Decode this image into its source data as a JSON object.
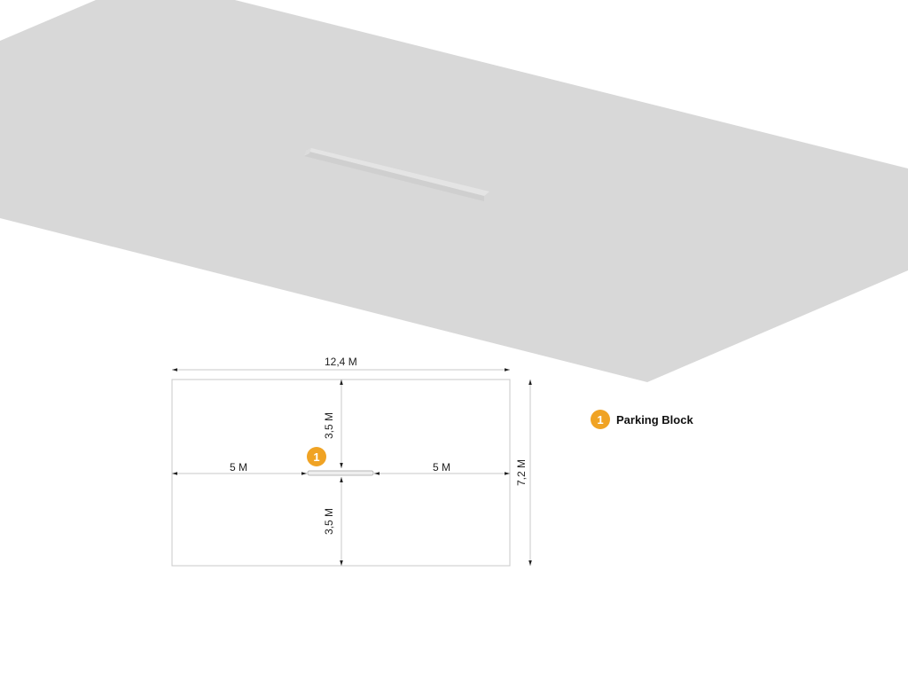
{
  "colors": {
    "plane": "#d8d8d8",
    "block": "#e3e3e3",
    "dimension_line": "#c8c8c8",
    "arrow": "#222222",
    "badge": "#f0a324"
  },
  "plan": {
    "overall_width_label": "12,4 M",
    "overall_depth_label": "7,2 M",
    "left_offset_label": "5 M",
    "right_offset_label": "5 M",
    "top_offset_label": "3,5 M",
    "bottom_offset_label": "3,5 M",
    "marker_number": "1"
  },
  "legend": {
    "items": [
      {
        "number": "1",
        "label": "Parking Block"
      }
    ]
  }
}
